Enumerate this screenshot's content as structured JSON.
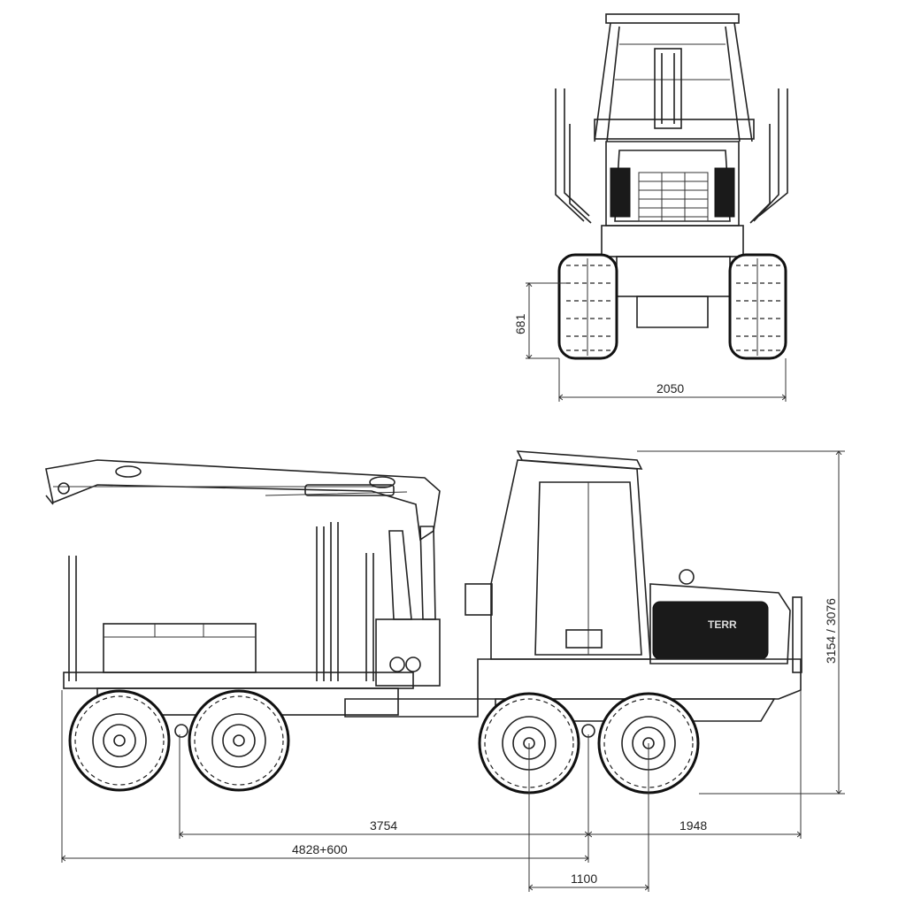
{
  "diagram": {
    "front_view": {
      "dimensions": {
        "ground_clearance": "681",
        "width": "2050"
      }
    },
    "side_view": {
      "dimensions": {
        "height": "3154 / 3076",
        "wheelbase": "3754",
        "front_overhang": "1948",
        "rear_length": "4828+600",
        "bogie_spacing": "1100"
      },
      "brand_text": "TERR"
    }
  }
}
